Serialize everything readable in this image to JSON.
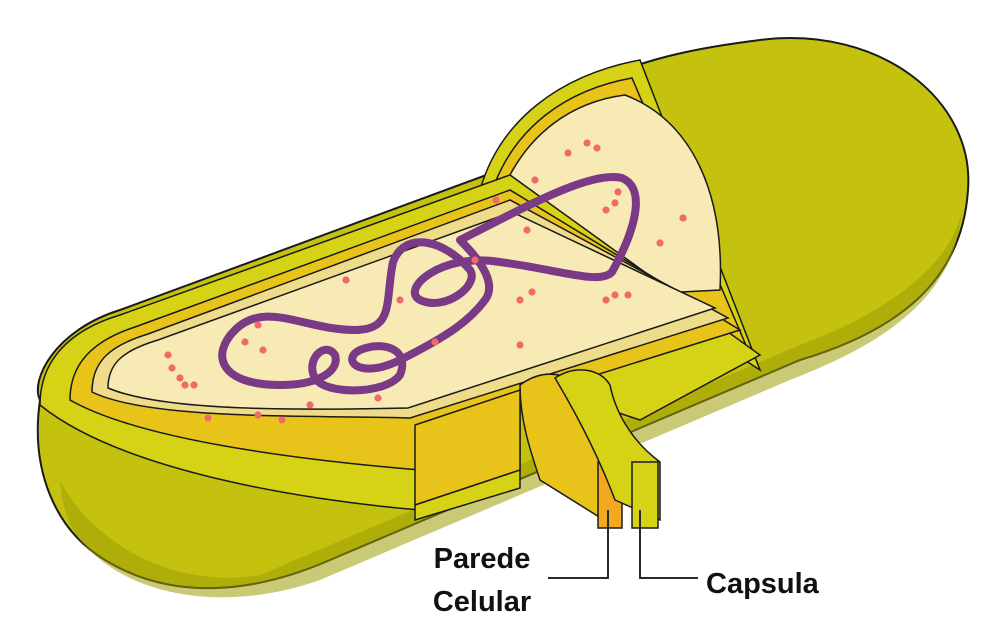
{
  "labels": {
    "cell_wall_line1": "Parede",
    "cell_wall_line2": "Celular",
    "capsule": "Capsula"
  },
  "colors": {
    "capsule_outer": "#c4c20e",
    "capsule_dark": "#9e9c05",
    "capsule_face": "#d6d215",
    "wall_gold": "#e8c31a",
    "wall_orange": "#f2a91e",
    "membrane_rim": "#eedc8a",
    "cytoplasm": "#f7eab5",
    "cytoplasm_dark": "#efdc98",
    "dna": "#7a3a86",
    "ribosome": "#f06a6a",
    "outline": "#1a1a1a"
  },
  "icons": {
    "dna": "nucleoid-strand",
    "ribosome": "ribosome-dot"
  }
}
